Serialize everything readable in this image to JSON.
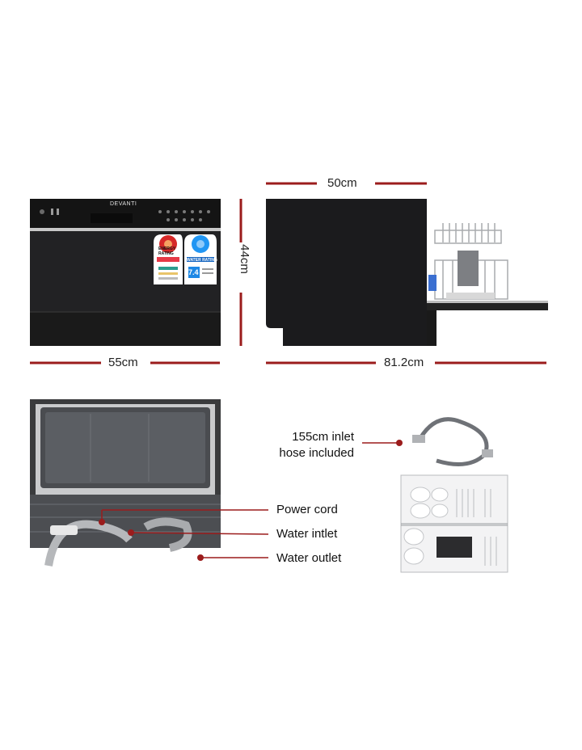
{
  "front_view": {
    "brand": "DEVANTI",
    "energy_label": {
      "line1": "ENERGY",
      "line2": "RATING"
    },
    "water_label": {
      "line1": "WATER RATING",
      "value": "7.4"
    }
  },
  "dimensions": {
    "width": "55cm",
    "height": "44cm",
    "depth": "50cm",
    "depth_open": "81.2cm"
  },
  "accessories": {
    "hose": "155cm inlet\nhose included"
  },
  "rear_callouts": {
    "power_cord": "Power cord",
    "water_inlet": "Water intlet",
    "water_outlet": "Water outlet"
  },
  "colors": {
    "accent": "#9b1c1c",
    "body": "#1c1c1e",
    "steel": "#8a8c90"
  }
}
